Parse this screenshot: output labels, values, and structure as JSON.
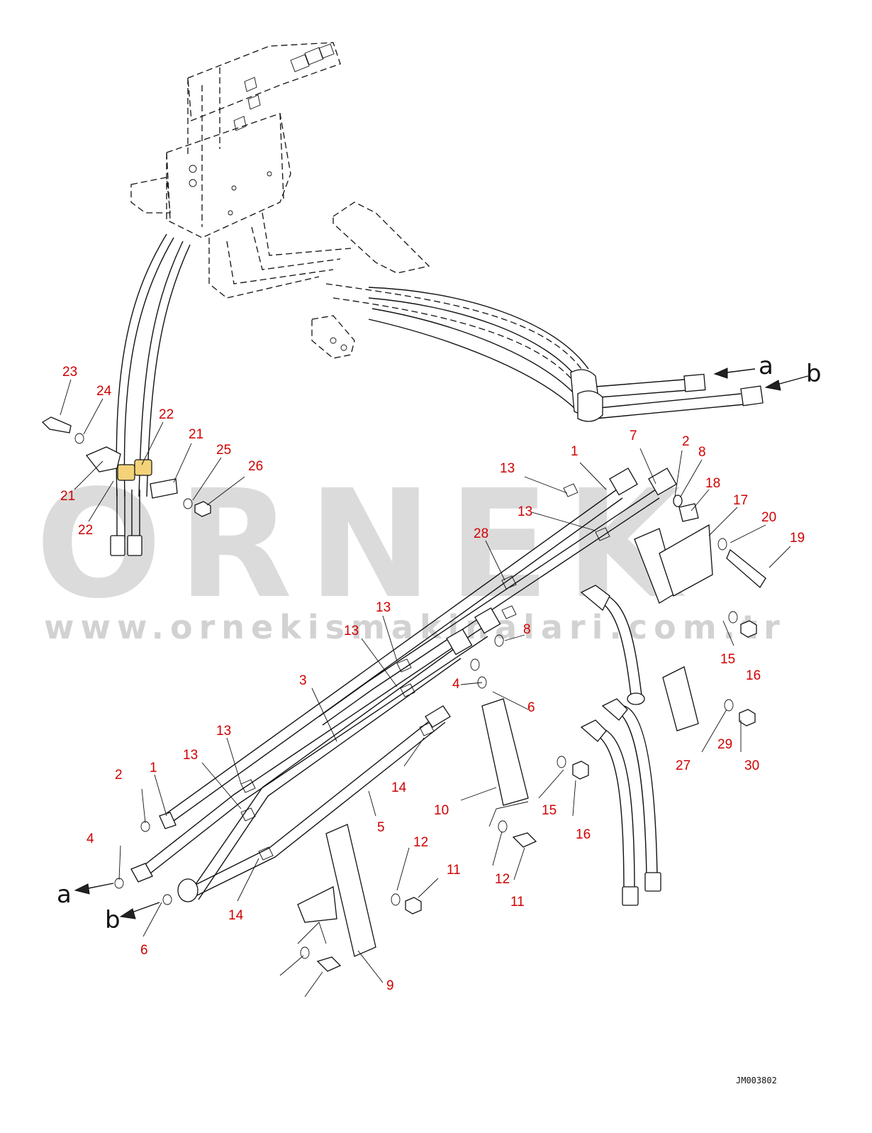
{
  "watermark": {
    "brand": "ORNEK",
    "url": "www.ornekismakinalari.com.tr"
  },
  "drawing_code": "JM003802",
  "references": [
    "a",
    "b",
    "a",
    "b"
  ],
  "callouts": [
    "23",
    "24",
    "22",
    "21",
    "25",
    "26",
    "21",
    "22",
    "13",
    "1",
    "7",
    "2",
    "8",
    "18",
    "17",
    "20",
    "19",
    "13",
    "28",
    "13",
    "8",
    "13",
    "4",
    "6",
    "3",
    "13",
    "1",
    "2",
    "13",
    "14",
    "10",
    "15",
    "16",
    "27",
    "29",
    "30",
    "15",
    "16",
    "5",
    "4",
    "14",
    "12",
    "11",
    "6",
    "12",
    "11",
    "9"
  ],
  "colors": {
    "callout": "#d00000",
    "line": "#111111",
    "watermark": "#bfbfbf",
    "highlight": "#f3d27a"
  }
}
